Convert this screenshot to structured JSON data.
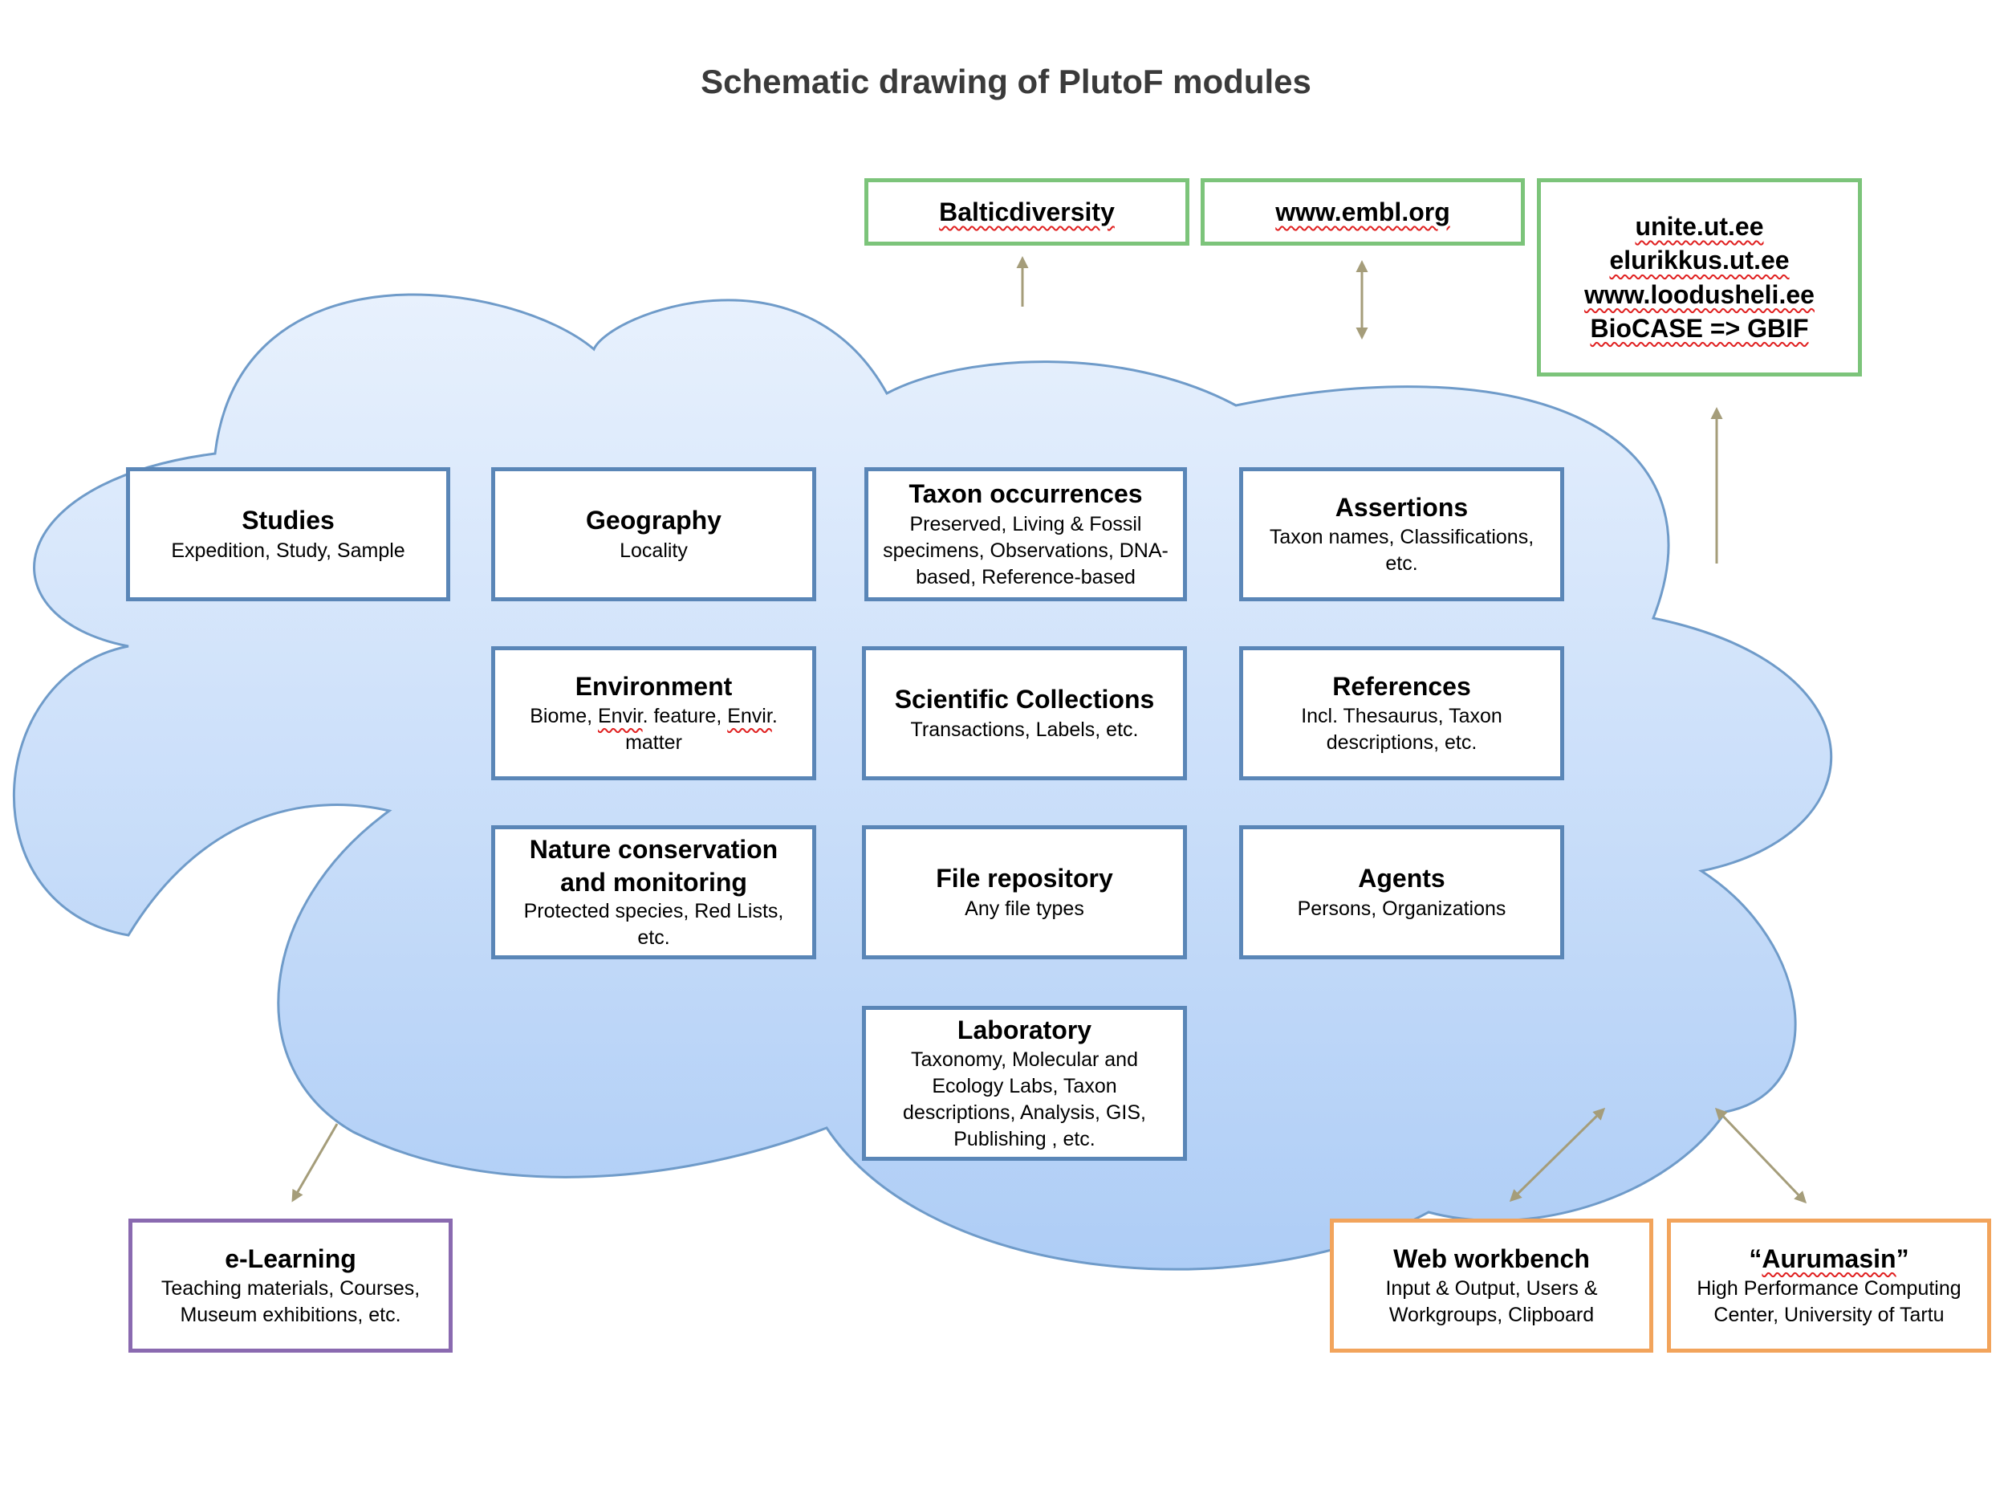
{
  "title": "Schematic drawing of PlutoF modules",
  "colors": {
    "cloud_fill_top": "#e8f1fd",
    "cloud_fill_bottom": "#aecdf6",
    "cloud_stroke": "#6f9bc9",
    "module_border": "#5a86b7",
    "external_border": "#7cc47a",
    "elearning_border": "#8a6ab0",
    "compute_border": "#f2a45c",
    "arrow": "#a59d7a",
    "spellcheck": "#e02020"
  },
  "modules": [
    {
      "title": "Studies",
      "subtitle": "Expedition, Study, Sample"
    },
    {
      "title": "Geography",
      "subtitle": "Locality"
    },
    {
      "title": "Taxon occurrences",
      "subtitle": "Preserved, Living & Fossil specimens, Observations, DNA-based, Reference-based"
    },
    {
      "title": "Assertions",
      "subtitle": "Taxon names, Classifications, etc."
    },
    {
      "title": "Environment",
      "subtitle_parts": [
        "Biome, ",
        "Envir",
        ". feature, ",
        "Envir",
        ". matter"
      ]
    },
    {
      "title": "Scientific Collections",
      "subtitle": "Transactions, Labels, etc."
    },
    {
      "title": "References",
      "subtitle": "Incl. Thesaurus, Taxon descriptions, etc."
    },
    {
      "title": "Nature conservation and monitoring",
      "subtitle": "Protected species, Red Lists, etc."
    },
    {
      "title": "File repository",
      "subtitle": "Any file types"
    },
    {
      "title": "Agents",
      "subtitle": "Persons, Organizations"
    },
    {
      "title": "Laboratory",
      "subtitle": "Taxonomy, Molecular and Ecology Labs,  Taxon descriptions, Analysis, GIS, Publishing , etc."
    }
  ],
  "external": {
    "balticdiversity": "Balticdiversity",
    "embl": "www.embl.org",
    "portals": [
      "unite.ut.ee",
      "elurikkus.ut.ee",
      "www.loodusheli.ee",
      "BioCASE => GBIF"
    ]
  },
  "elearning": {
    "title": "e-Learning",
    "subtitle": "Teaching materials, Courses, Museum exhibitions, etc."
  },
  "web_workbench": {
    "title": "Web workbench",
    "subtitle": "Input & Output, Users & Workgroups, Clipboard"
  },
  "aurumasin": {
    "title_parts": [
      "“",
      "Aurumasin",
      "”"
    ],
    "subtitle": "High Performance Computing Center, University of Tartu"
  },
  "arrows": [
    {
      "name": "arrow-to-balticdiversity",
      "type": "one-way"
    },
    {
      "name": "arrow-embl",
      "type": "two-way"
    },
    {
      "name": "arrow-to-portals",
      "type": "one-way"
    },
    {
      "name": "arrow-to-elearning",
      "type": "one-way"
    },
    {
      "name": "arrow-web-workbench",
      "type": "two-way"
    },
    {
      "name": "arrow-aurumasin",
      "type": "two-way"
    }
  ]
}
